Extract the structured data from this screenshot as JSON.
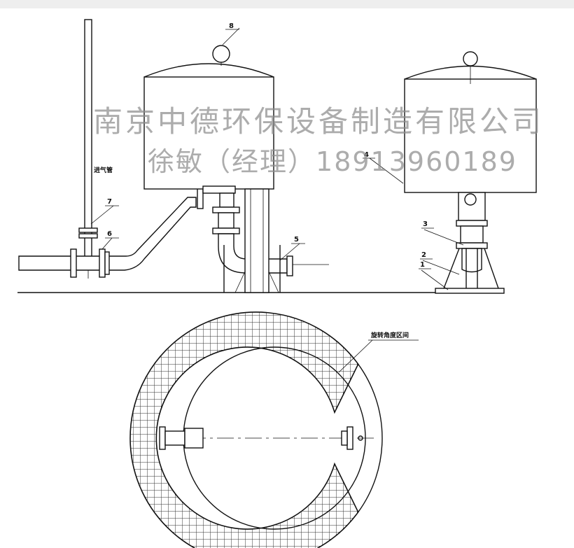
{
  "watermark": {
    "company": "南京中德环保设备制造有限公司",
    "contact": "徐敏（经理）18913960189"
  },
  "drawing": {
    "callouts": [
      "8",
      "7",
      "6",
      "5",
      "4",
      "3",
      "2",
      "1"
    ],
    "inlet_pipe_label": "进气管",
    "rotation_range_label": "旋转角度区间"
  }
}
